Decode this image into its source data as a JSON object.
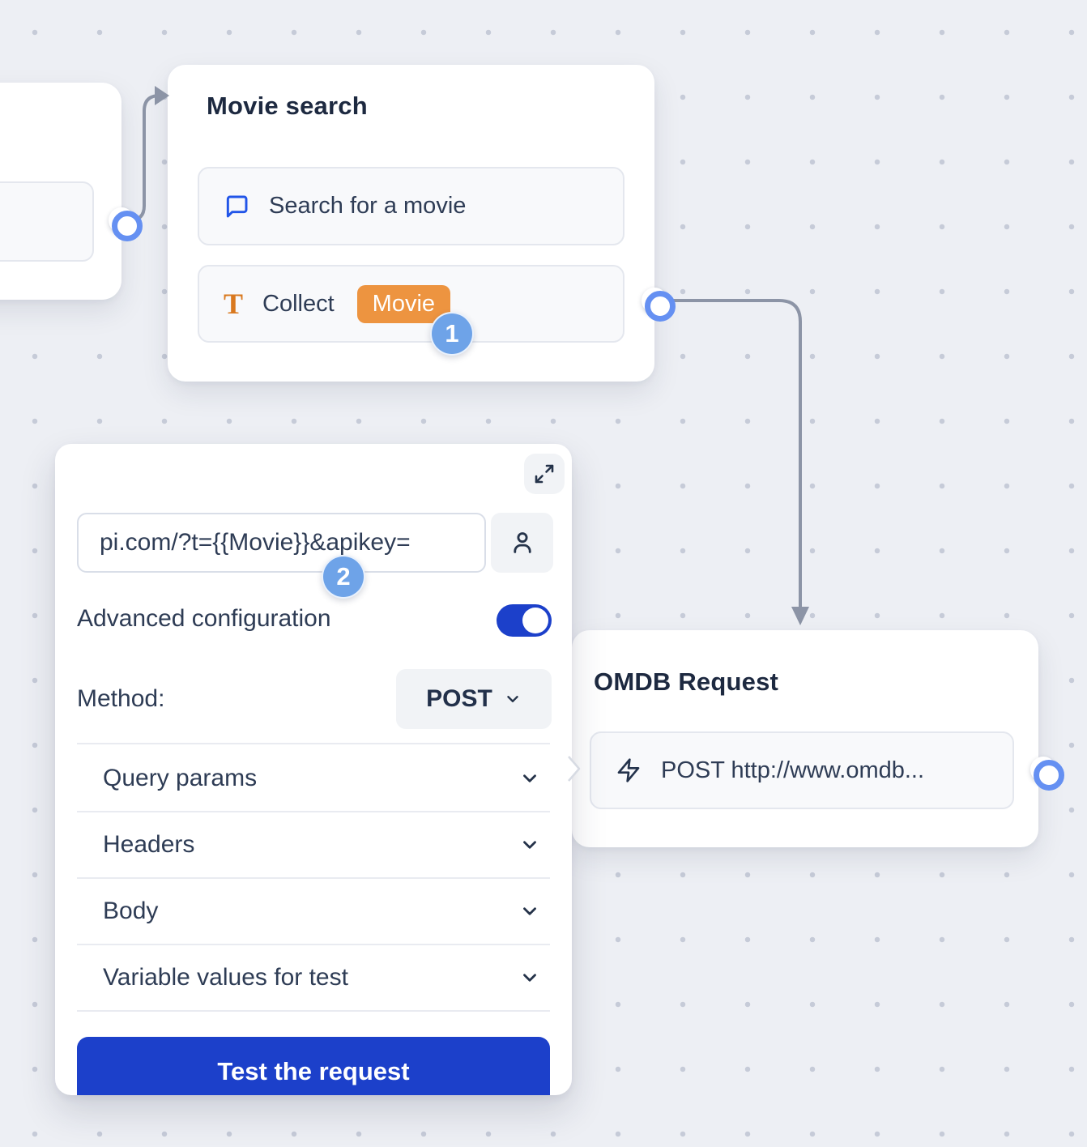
{
  "colors": {
    "background": "#edeff4",
    "grid_dot": "#c6cbd8",
    "accent_blue": "#1c40ca",
    "port_blue": "#6590f2",
    "step_badge_blue": "#6ea3e8",
    "variable_badge_orange": "#ed9440",
    "text_icon_orange": "#d9791f",
    "chat_icon_blue": "#2155e8",
    "connector_gray": "#8c94a6",
    "text_navy": "#22304a"
  },
  "nodes": {
    "movie_search": {
      "title": "Movie search",
      "blocks": [
        {
          "icon": "chat-bubble",
          "label": "Search for a movie"
        },
        {
          "icon": "text-input",
          "label": "Collect",
          "variable": "Movie"
        }
      ],
      "step_badge": "1"
    },
    "omdb": {
      "title": "OMDB Request",
      "block": {
        "icon": "lightning",
        "label": "POST http://www.omdb..."
      }
    }
  },
  "panel": {
    "url_value": "pi.com/?t={{Movie}}&apikey=",
    "step_badge": "2",
    "advanced_label": "Advanced configuration",
    "advanced_on": true,
    "method_label": "Method:",
    "method_value": "POST",
    "sections": [
      {
        "label": "Query params"
      },
      {
        "label": "Headers"
      },
      {
        "label": "Body"
      },
      {
        "label": "Variable values for test"
      }
    ],
    "test_button_label": "Test the request"
  }
}
